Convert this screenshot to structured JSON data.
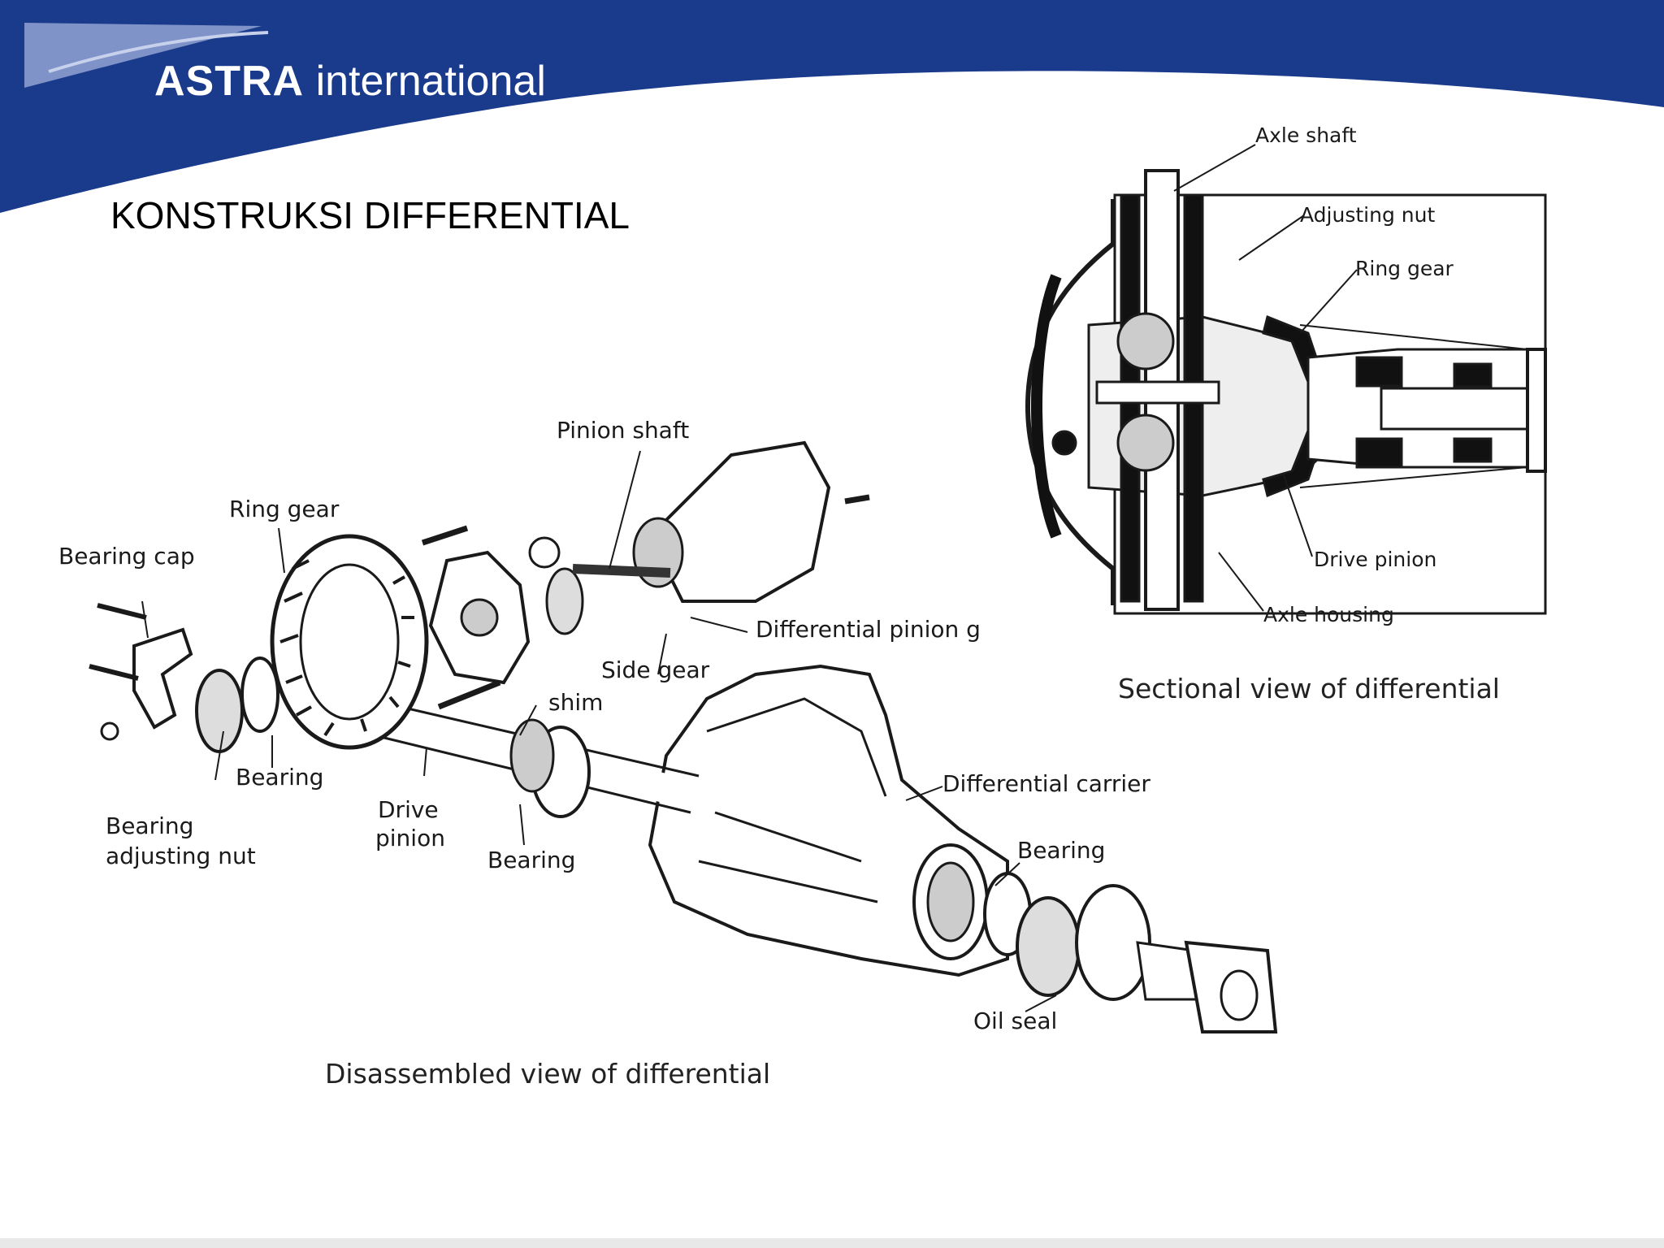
{
  "header": {
    "brand_bold": "ASTRA",
    "brand_light": "international",
    "colors": {
      "band": "#1a3a8c",
      "swoosh": "#7f93c8"
    }
  },
  "slide": {
    "title": "KONSTRUKSI DIFFERENTIAL"
  },
  "disassembled": {
    "caption": "Disassembled view of differential",
    "labels": {
      "pinion_shaft": "Pinion shaft",
      "ring_gear": "Ring gear",
      "bearing_cap": "Bearing cap",
      "differential_pinion": "Differential pinion g",
      "side_gear": "Side gear",
      "shim": "shim",
      "bearing_1": "Bearing",
      "drive_pinion_1": "Drive",
      "drive_pinion_2": "pinion",
      "bearing_adjusting_nut_1": "Bearing",
      "bearing_adjusting_nut_2": "adjusting nut",
      "bearing_2": "Bearing",
      "differential_carrier": "Differential carrier",
      "bearing_3": "Bearing",
      "oil_seal": "Oil seal"
    }
  },
  "sectional": {
    "caption": "Sectional view of differential",
    "labels": {
      "axle_shaft": "Axle shaft",
      "adjusting_nut": "Adjusting nut",
      "ring_gear": "Ring gear",
      "drive_pinion": "Drive pinion",
      "axle_housing": "Axle housing"
    }
  }
}
